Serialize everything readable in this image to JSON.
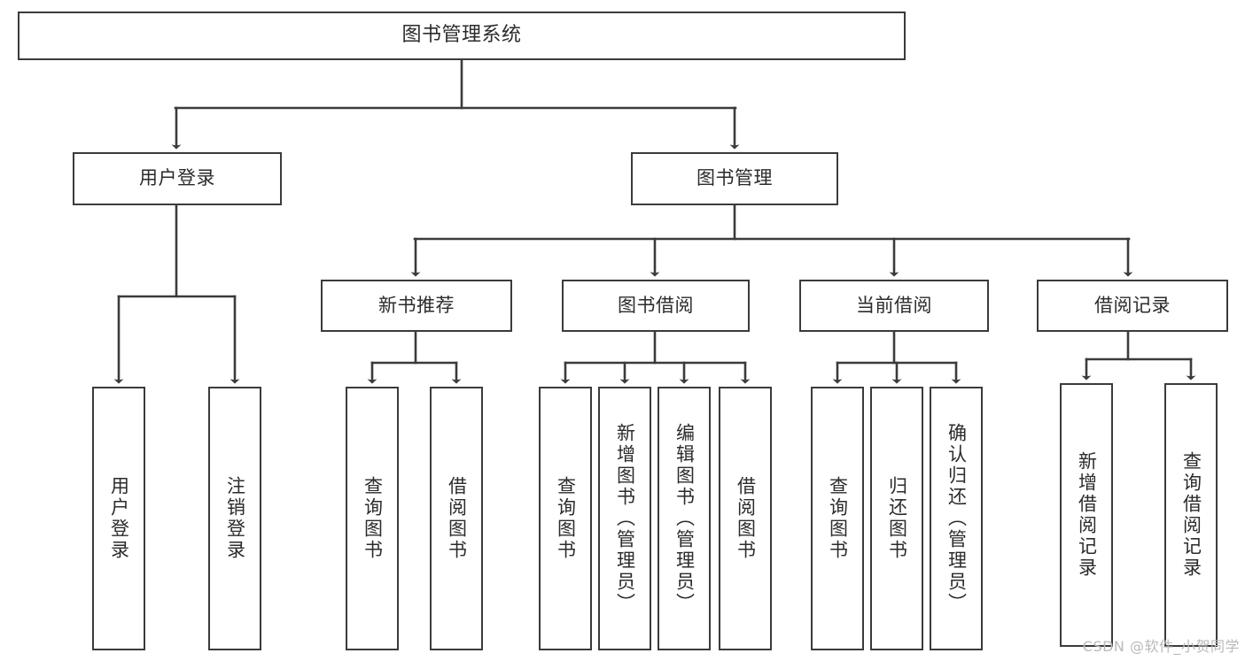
{
  "diagram": {
    "title": "图书管理系统",
    "type": "tree",
    "watermark": "CSDN @软件_小贺同学",
    "colors": {
      "border": "#3b3b3b",
      "fill": "#ffffff",
      "text": "#2b2b2b",
      "background": "#ffffff",
      "watermark": "#b9b9b9"
    },
    "nodes": {
      "root": {
        "label": "图书管理系统"
      },
      "level1": [
        {
          "id": "user-login",
          "label": "用户登录"
        },
        {
          "id": "book-manage",
          "label": "图书管理"
        }
      ],
      "level2": [
        {
          "id": "new-book-recommend",
          "label": "新书推荐"
        },
        {
          "id": "book-borrow",
          "label": "图书借阅"
        },
        {
          "id": "current-borrow",
          "label": "当前借阅"
        },
        {
          "id": "borrow-record",
          "label": "借阅记录"
        }
      ],
      "leaves": {
        "user-login": [
          {
            "id": "leaf-user-login",
            "label": "用户登录"
          },
          {
            "id": "leaf-user-logout",
            "label": "注销登录"
          }
        ],
        "new-book-recommend": [
          {
            "id": "leaf-query-book-1",
            "label": "查询图书"
          },
          {
            "id": "leaf-borrow-book-1",
            "label": "借阅图书"
          }
        ],
        "book-borrow": [
          {
            "id": "leaf-query-book-2",
            "label": "查询图书"
          },
          {
            "id": "leaf-add-book",
            "label": "新增图书（管理员）"
          },
          {
            "id": "leaf-edit-book",
            "label": "编辑图书（管理员）"
          },
          {
            "id": "leaf-borrow-book-2",
            "label": "借阅图书"
          }
        ],
        "current-borrow": [
          {
            "id": "leaf-query-book-3",
            "label": "查询图书"
          },
          {
            "id": "leaf-return-book",
            "label": "归还图书"
          },
          {
            "id": "leaf-confirm-return",
            "label": "确认归还（管理员）"
          }
        ],
        "borrow-record": [
          {
            "id": "leaf-add-record",
            "label": "新增借阅记录"
          },
          {
            "id": "leaf-query-record",
            "label": "查询借阅记录"
          }
        ]
      }
    }
  }
}
